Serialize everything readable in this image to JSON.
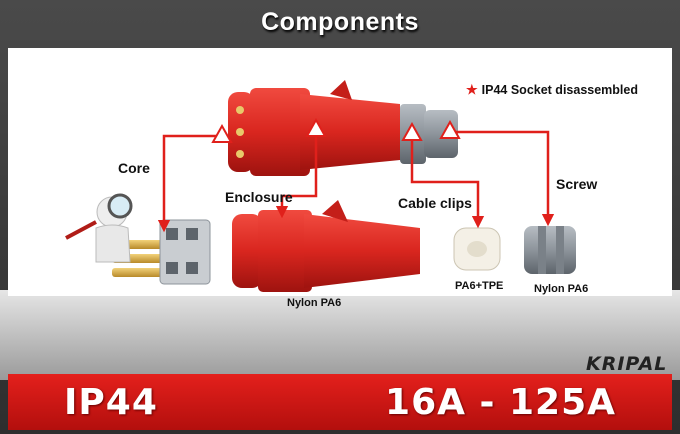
{
  "title": "Components",
  "note": "IP44 Socket disassembled",
  "labels": {
    "core": "Core",
    "enclosure": "Enclosure",
    "cable_clips": "Cable clips",
    "screw": "Screw",
    "enclosure_material": "Nylon PA6",
    "clip_material": "PA6+TPE",
    "screw_material": "Nylon PA6"
  },
  "brand": "KRIPAL",
  "footer": {
    "rating": "IP44",
    "current_range": "16A - 125A"
  },
  "colors": {
    "accent_red": "#e4201c",
    "plug_red": "#d9261f",
    "connector_gray": "#8d949b",
    "arrow_red": "#e0201b"
  }
}
